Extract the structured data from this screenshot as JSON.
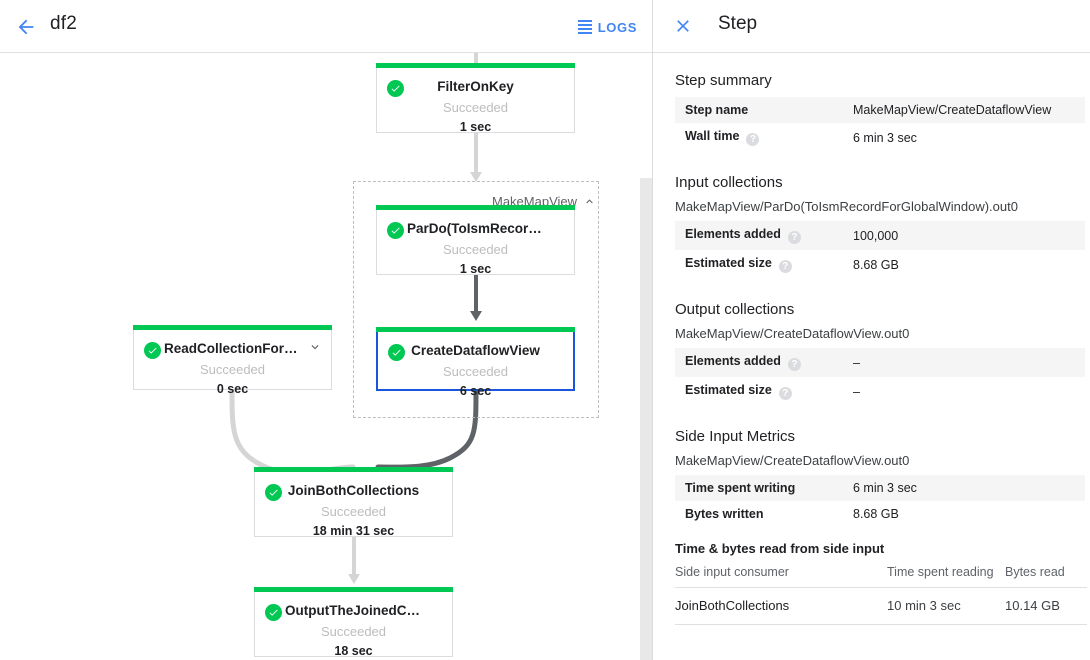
{
  "left": {
    "back_icon": "arrow-left-icon",
    "job_title": "df2",
    "logs_label": "LOGS",
    "composite": {
      "label": "MakeMapView",
      "collapse_icon": "chevron-up-icon"
    },
    "nodes": [
      {
        "id": "filter-on-key",
        "title": "FilterOnKey",
        "status": "Succeeded",
        "time": "1 sec",
        "selected": false,
        "expandable": false
      },
      {
        "id": "pardo-toismrecord",
        "title": "ParDo(ToIsmRecordFor…",
        "status": "Succeeded",
        "time": "1 sec",
        "selected": false,
        "expandable": false
      },
      {
        "id": "create-dataflow-view",
        "title": "CreateDataflowView",
        "status": "Succeeded",
        "time": "6 sec",
        "selected": true,
        "expandable": false
      },
      {
        "id": "read-collection-for-join",
        "title": "ReadCollectionForJoin",
        "status": "Succeeded",
        "time": "0 sec",
        "selected": false,
        "expandable": true
      },
      {
        "id": "join-both-collections",
        "title": "JoinBothCollections",
        "status": "Succeeded",
        "time": "18 min 31 sec",
        "selected": false,
        "expandable": false
      },
      {
        "id": "output-the-joined-collection",
        "title": "OutputTheJoinedCollec…",
        "status": "Succeeded",
        "time": "18 sec",
        "selected": false,
        "expandable": false
      }
    ],
    "colors": {
      "status_green": "#00c853",
      "selected_blue": "#1a56db",
      "accent_blue": "#4285f4",
      "edge_light": "#d5d5d5",
      "edge_dark": "#5f6368"
    }
  },
  "right": {
    "close_icon": "close-icon",
    "title": "Step",
    "step_summary": {
      "heading": "Step summary",
      "rows": [
        {
          "key": "Step name",
          "help": false,
          "value": "MakeMapView/CreateDataflowView"
        },
        {
          "key": "Wall time",
          "help": true,
          "value": "6 min 3 sec"
        }
      ]
    },
    "input_collections": {
      "heading": "Input collections",
      "collection": "MakeMapView/ParDo(ToIsmRecordForGlobalWindow).out0",
      "rows": [
        {
          "key": "Elements added",
          "help": true,
          "value": "100,000"
        },
        {
          "key": "Estimated size",
          "help": true,
          "value": "8.68 GB"
        }
      ]
    },
    "output_collections": {
      "heading": "Output collections",
      "collection": "MakeMapView/CreateDataflowView.out0",
      "rows": [
        {
          "key": "Elements added",
          "help": true,
          "value": "–"
        },
        {
          "key": "Estimated size",
          "help": true,
          "value": "–"
        }
      ]
    },
    "side_input_metrics": {
      "heading": "Side Input Metrics",
      "collection": "MakeMapView/CreateDataflowView.out0",
      "rows": [
        {
          "key": "Time spent writing",
          "help": false,
          "value": "6 min 3 sec"
        },
        {
          "key": "Bytes written",
          "help": false,
          "value": "8.68 GB"
        }
      ]
    },
    "side_input_table": {
      "heading": "Time & bytes read from side input",
      "columns": [
        "Side input consumer",
        "Time spent reading",
        "Bytes read"
      ],
      "rows": [
        {
          "consumer": "JoinBothCollections",
          "time": "10 min 3 sec",
          "bytes": "10.14 GB"
        }
      ]
    },
    "help_glyph": "?"
  }
}
